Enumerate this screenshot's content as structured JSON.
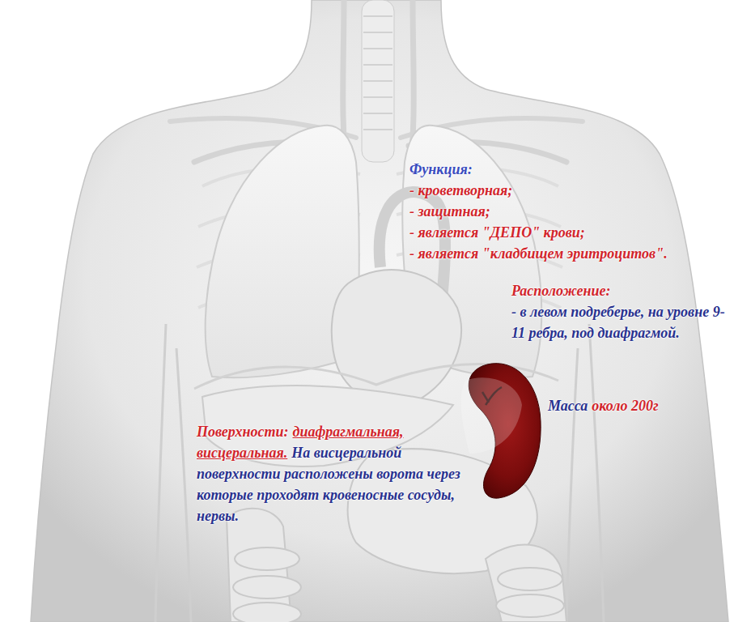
{
  "diagram": {
    "labels": [
      "Функция:",
      "- кроветворная;",
      "- защитная;",
      "- является \"ДЕПО\" крови;",
      "- является \"кладбищем эритроцитов\".",
      "Расположение:",
      "- в левом подреберье, на уровне 9-11 ребра, под диафрагмой.",
      "Масса",
      "около 200г",
      "Поверхности:",
      "диафрагмальная, висцеральная.",
      "На висцеральной поверхности расположены ворота через которые проходят кровеносные сосуды, нервы."
    ]
  }
}
